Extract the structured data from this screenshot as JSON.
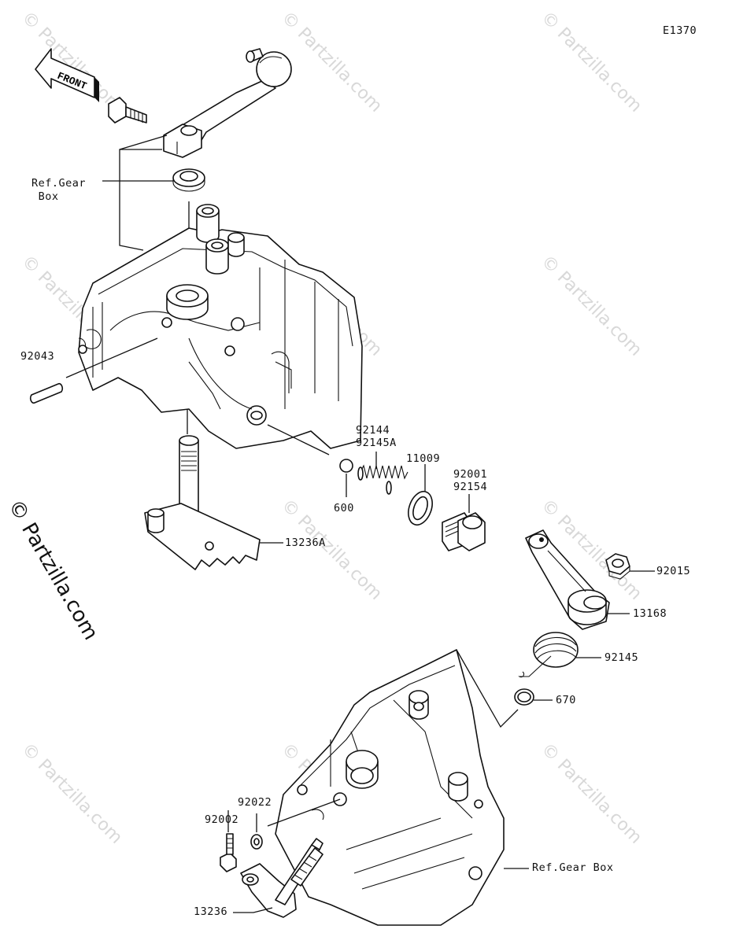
{
  "diagram_code": "E1370",
  "front_label": "FRONT",
  "watermark": "© Partzilla.com",
  "side_watermark": "© Partzilla.com",
  "labels": {
    "ref_gear_box_top": "Ref.Gear\n Box",
    "p92043": "92043",
    "p92144": "92144",
    "p92145A": "92145A",
    "p11009": "11009",
    "p92001": "92001",
    "p92154": "92154",
    "p600": "600",
    "p13236A": "13236A",
    "p92015": "92015",
    "p13168": "13168",
    "p92145": "92145",
    "p670": "670",
    "p92022": "92022",
    "p92002": "92002",
    "ref_gear_box_bottom": "Ref.Gear Box",
    "p13236": "13236"
  }
}
